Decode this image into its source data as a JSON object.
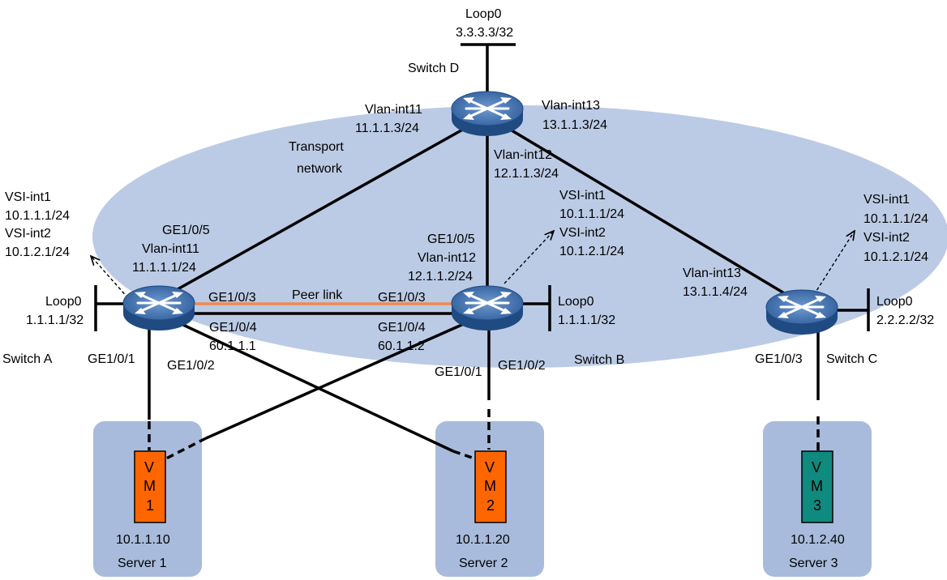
{
  "colors": {
    "transport_ellipse": "#bccbe5",
    "server_box": "#a8bbdc",
    "vm_orange": "#ff6600",
    "vm_teal": "#0f8a7e",
    "peer_link": "#f08a50",
    "link": "#000000",
    "switch_body": "#3c6ba8"
  },
  "network": {
    "transport_label_line1": "Transport",
    "transport_label_line2": "network"
  },
  "switch_a": {
    "name": "Switch A",
    "loop_name": "Loop0",
    "loop_ip": "1.1.1.1/32",
    "vsi_int1": "VSI-int1",
    "vsi_int1_ip": "10.1.1.1/24",
    "vsi_int2": "VSI-int2",
    "vsi_int2_ip": "10.1.2.1/24",
    "ge105": "GE1/0/5",
    "vlan_int11": "Vlan-int11",
    "vlan_int11_ip": "11.1.1.1/24",
    "ge103": "GE1/0/3",
    "ge104": "GE1/0/4",
    "ge104_ip": "60.1.1.1",
    "ge101": "GE1/0/1",
    "ge102": "GE1/0/2"
  },
  "switch_b": {
    "name": "Switch B",
    "loop_name": "Loop0",
    "loop_ip": "1.1.1.1/32",
    "vsi_int1": "VSI-int1",
    "vsi_int1_ip": "10.1.1.1/24",
    "vsi_int2": "VSI-int2",
    "vsi_int2_ip": "10.1.2.1/24",
    "ge105": "GE1/0/5",
    "vlan_int12": "Vlan-int12",
    "vlan_int12_ip": "12.1.1.2/24",
    "ge103": "GE1/0/3",
    "ge104": "GE1/0/4",
    "ge104_ip": "60.1.1.2",
    "ge101": "GE1/0/1",
    "ge102": "GE1/0/2"
  },
  "switch_c": {
    "name": "Switch C",
    "loop_name": "Loop0",
    "loop_ip": "2.2.2.2/32",
    "vsi_int1": "VSI-int1",
    "vsi_int1_ip": "10.1.1.1/24",
    "vsi_int2": "VSI-int2",
    "vsi_int2_ip": "10.1.2.1/24",
    "vlan_int13": "Vlan-int13",
    "vlan_int13_ip": "13.1.1.4/24",
    "ge103": "GE1/0/3"
  },
  "switch_d": {
    "name": "Switch D",
    "loop_name": "Loop0",
    "loop_ip": "3.3.3.3/32",
    "vlan_int11": "Vlan-int11",
    "vlan_int11_ip": "11.1.1.3/24",
    "vlan_int12": "Vlan-int12",
    "vlan_int12_ip": "12.1.1.3/24",
    "vlan_int13": "Vlan-int13",
    "vlan_int13_ip": "13.1.1.3/24"
  },
  "peer_link_label": "Peer link",
  "servers": [
    {
      "name": "Server 1",
      "vm_line1": "V",
      "vm_line2": "M",
      "vm_line3": "1",
      "vm_ip": "10.1.1.10"
    },
    {
      "name": "Server 2",
      "vm_line1": "V",
      "vm_line2": "M",
      "vm_line3": "2",
      "vm_ip": "10.1.1.20"
    },
    {
      "name": "Server 3",
      "vm_line1": "V",
      "vm_line2": "M",
      "vm_line3": "3",
      "vm_ip": "10.1.2.40"
    }
  ]
}
